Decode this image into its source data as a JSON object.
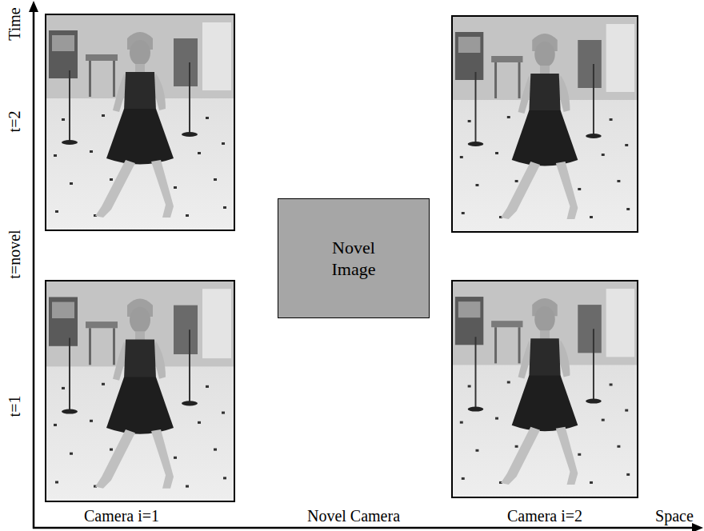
{
  "diagram": {
    "nodes": [
      {
        "text": [
          "Novel Image"
        ]
      }
    ],
    "labels": [
      "Time",
      "t=2",
      "t=novel",
      "t=1",
      "Camera i=1",
      "Novel Camera",
      "Camera i=2",
      "Space"
    ]
  }
}
